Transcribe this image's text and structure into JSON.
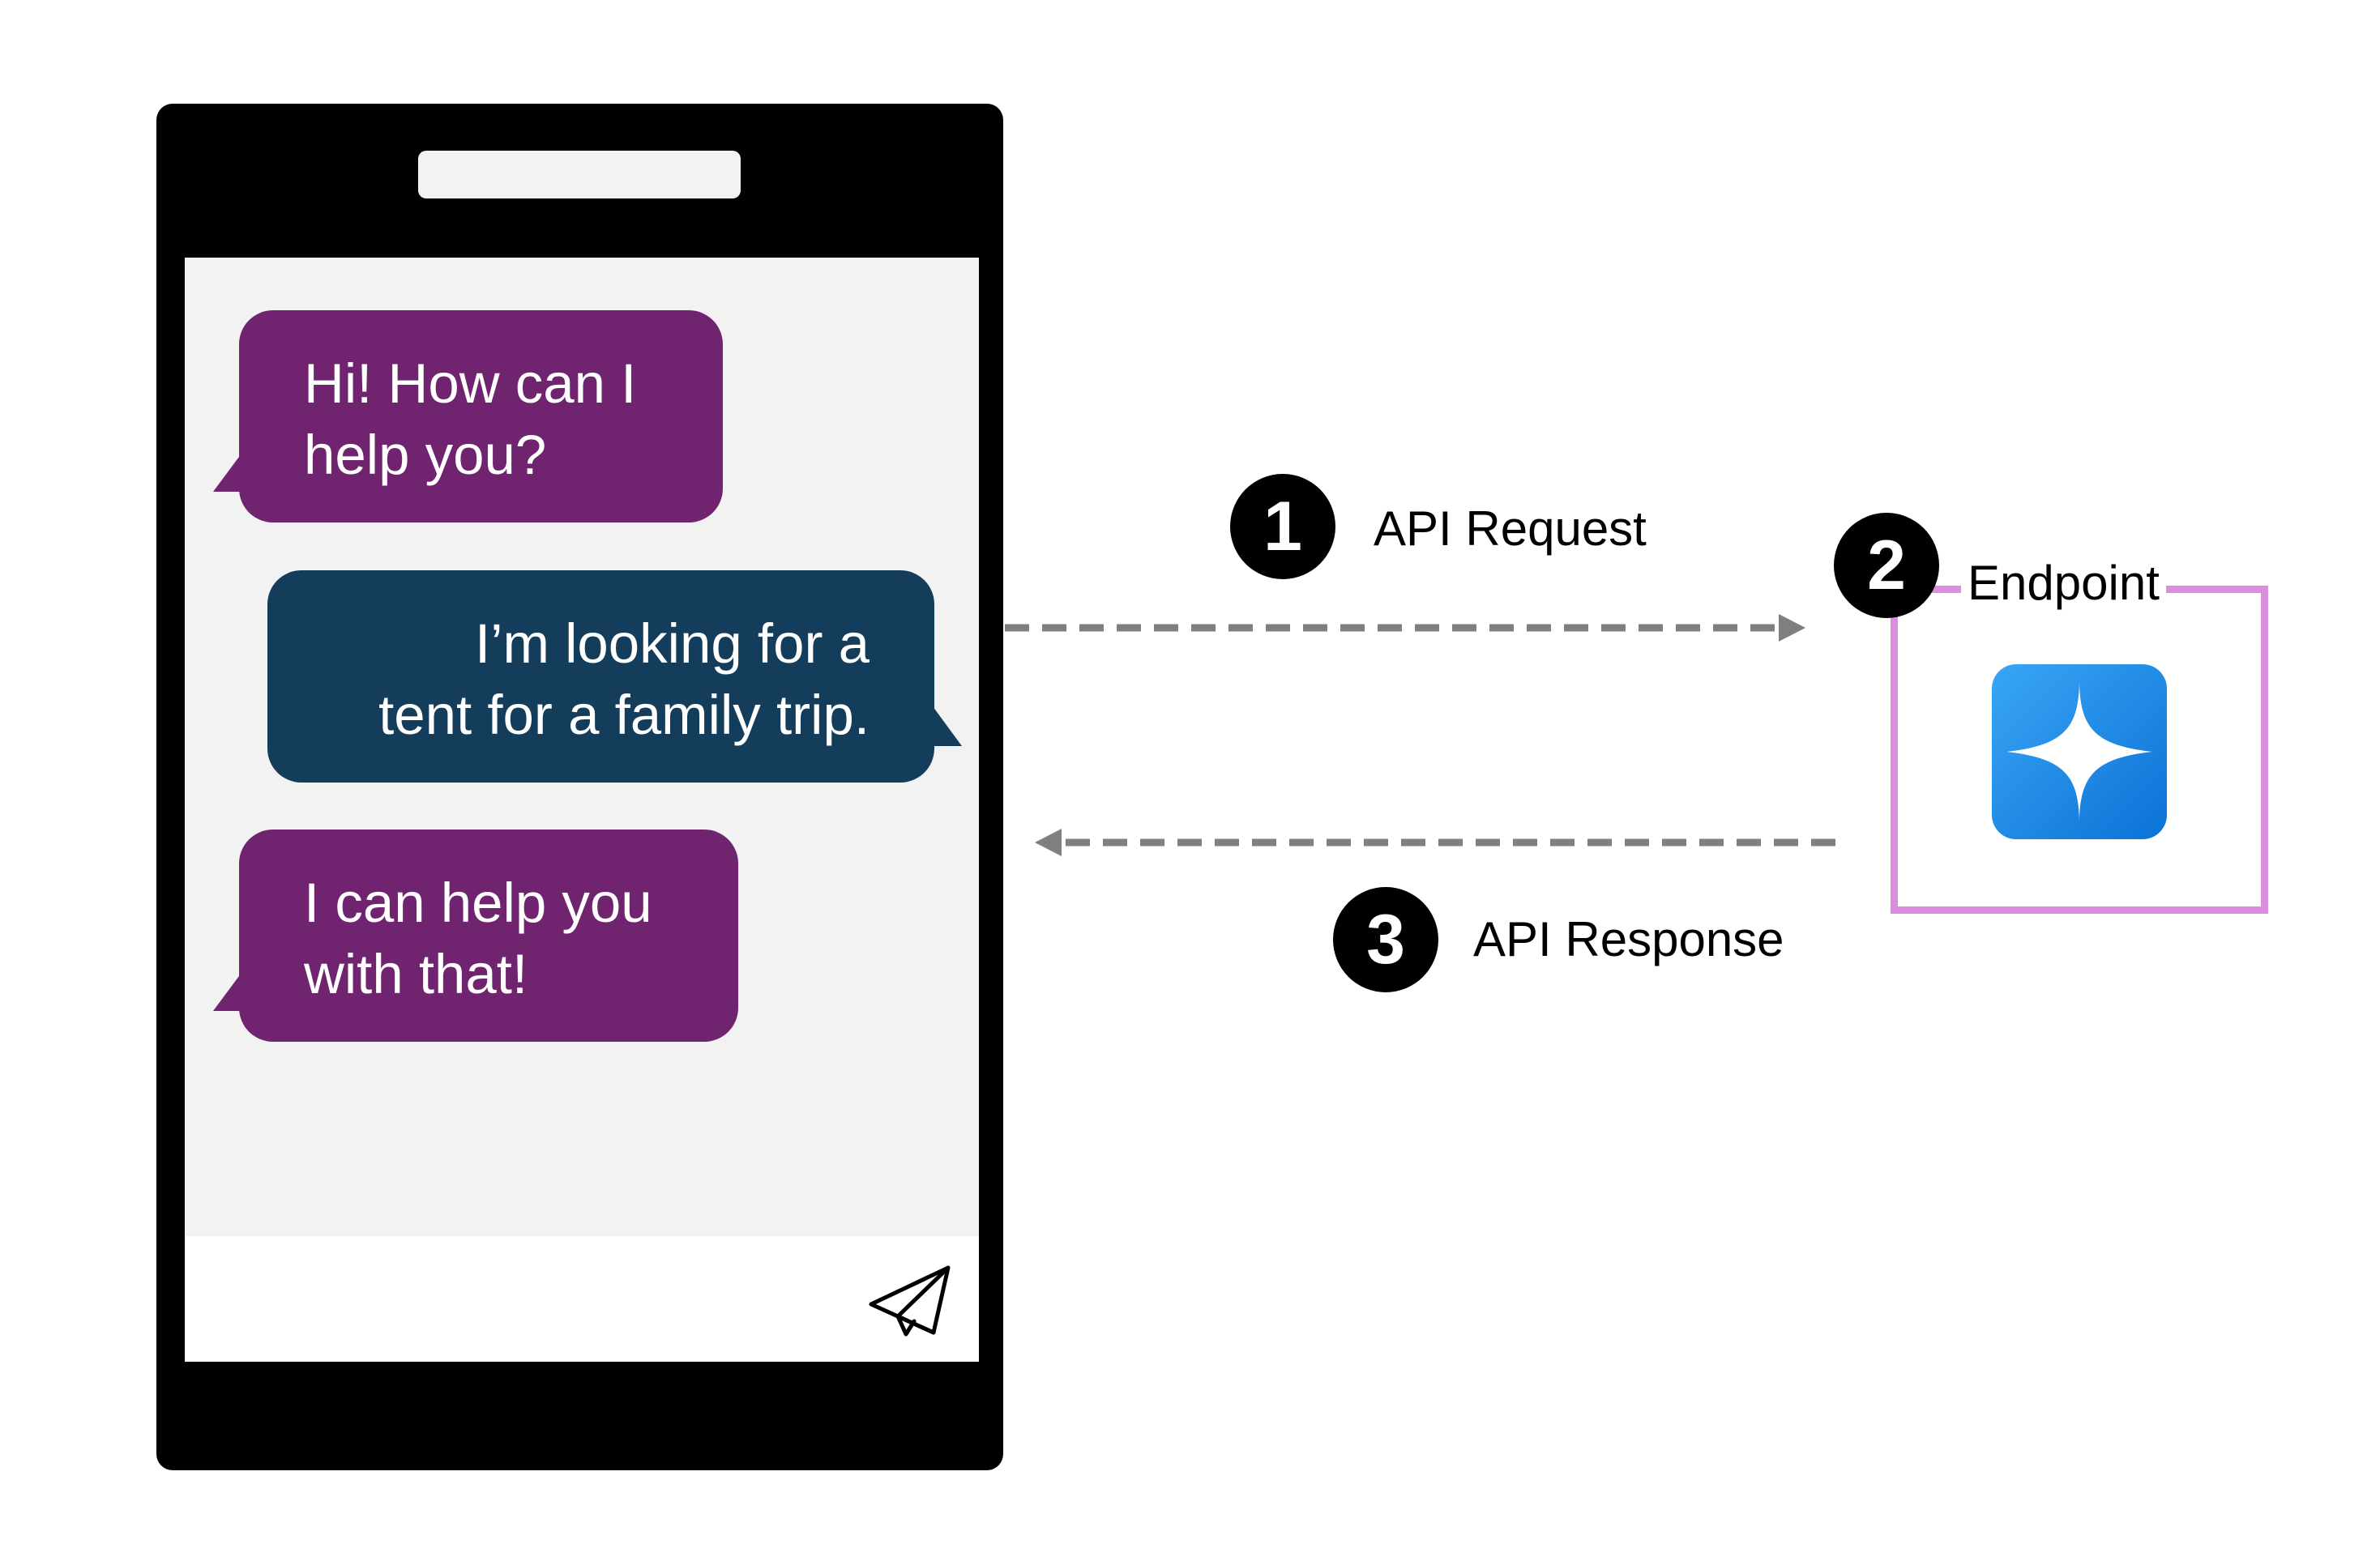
{
  "chat": {
    "messages": [
      {
        "role": "assistant",
        "lines": [
          "Hi! How can I",
          "help you?"
        ]
      },
      {
        "role": "user",
        "lines": [
          "I’m looking for a",
          "tent for a family trip."
        ]
      },
      {
        "role": "assistant",
        "lines": [
          "I can help you",
          "with that!"
        ]
      }
    ]
  },
  "steps": [
    {
      "number": "1",
      "label": "API Request"
    },
    {
      "number": "2",
      "label": "Endpoint"
    },
    {
      "number": "3",
      "label": "API Response"
    }
  ],
  "icons": {
    "send": "paper-plane-icon",
    "endpoint": "sparkle-icon"
  },
  "colors": {
    "assistant_bubble": "#70236f",
    "user_bubble": "#143d5b",
    "endpoint_border": "#d98fde",
    "arrow": "#7f7f7f",
    "icon_blue": "#1f8be8"
  }
}
